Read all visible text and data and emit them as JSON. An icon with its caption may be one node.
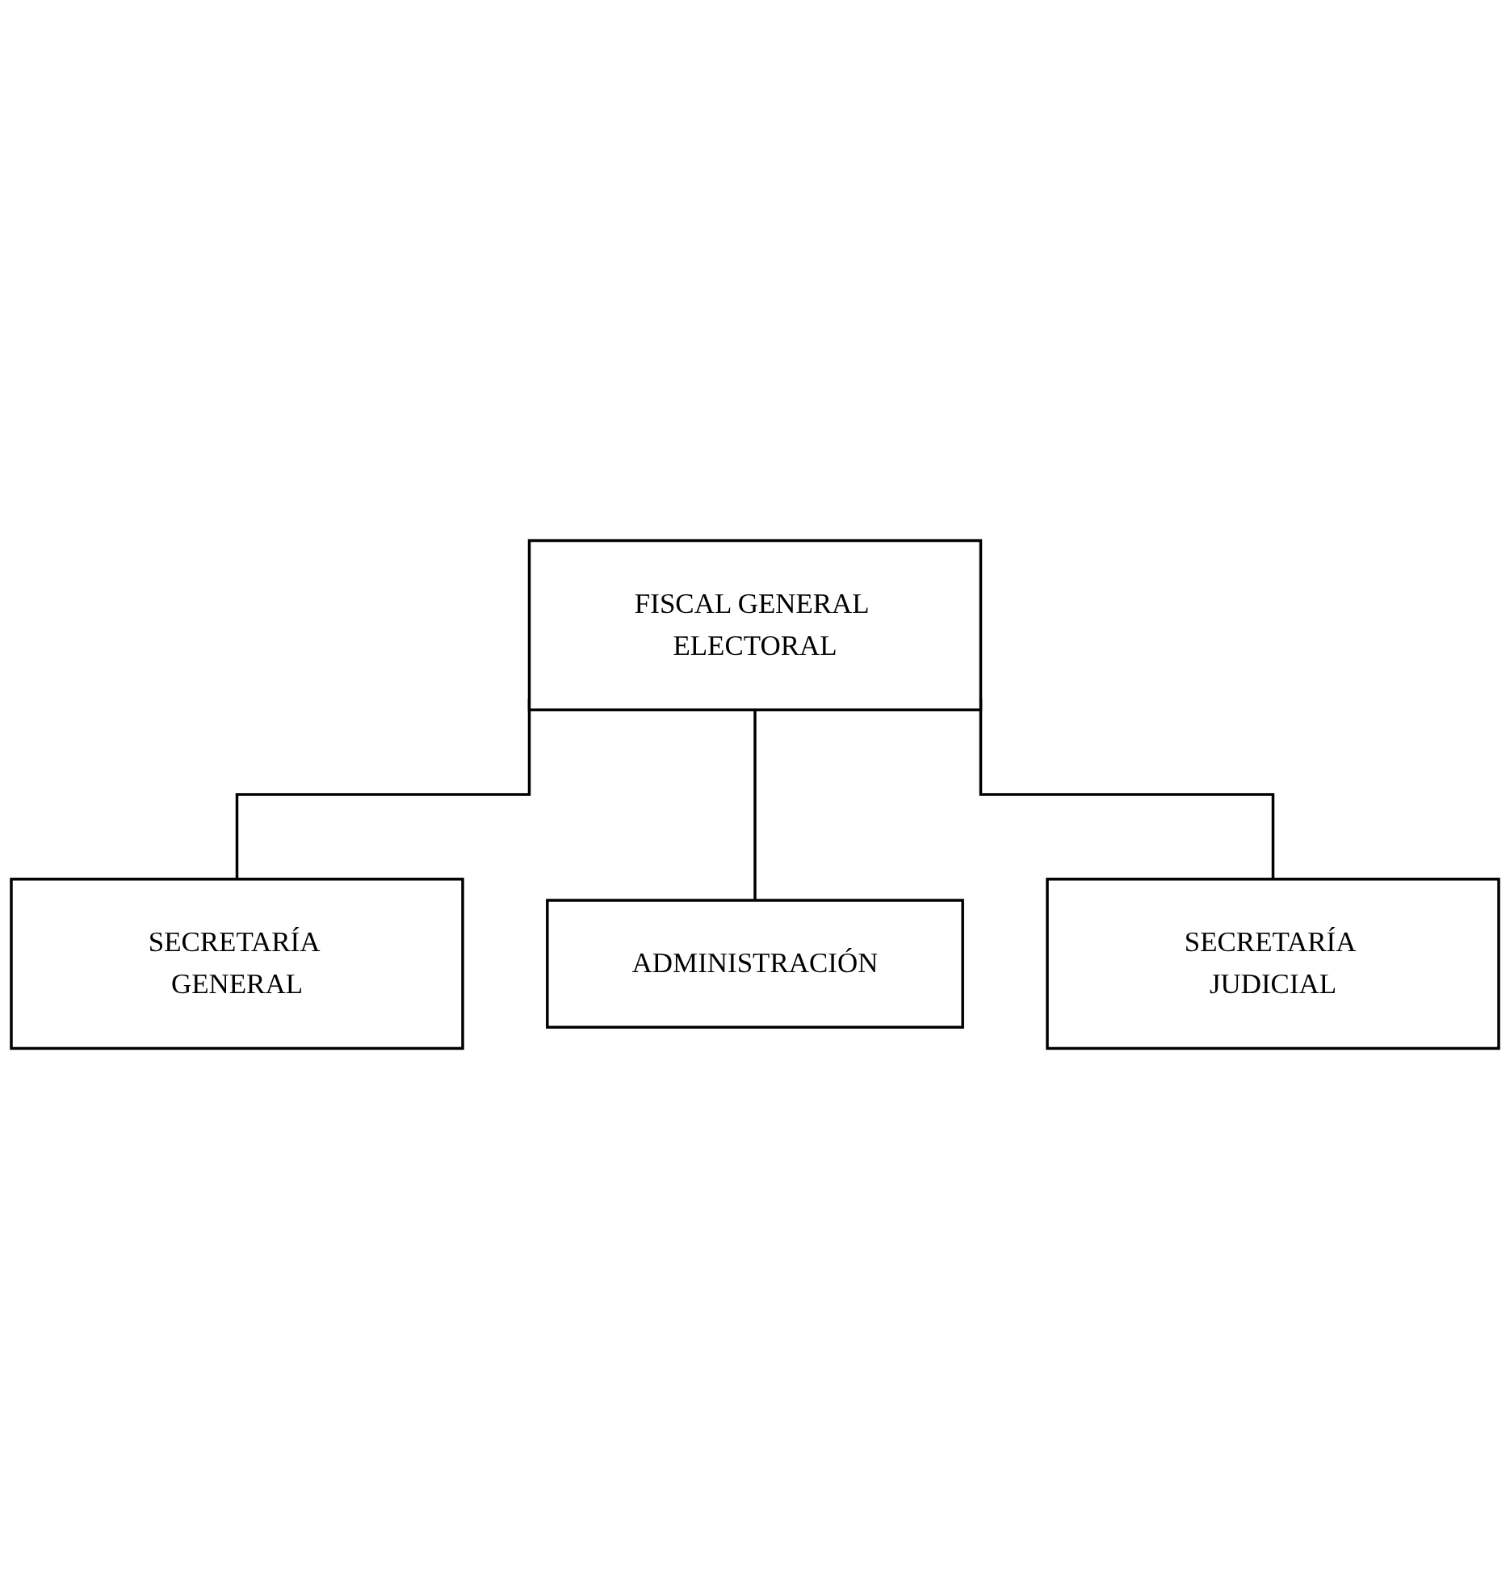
{
  "diagram": {
    "nodes": [
      {
        "text": [
          "FISCAL GENERAL ELECTORAL"
        ]
      },
      {
        "text": [
          "SECRETARÍA GENERAL"
        ]
      },
      {
        "text": [
          "ADMINISTRACIÓN"
        ]
      },
      {
        "text": [
          "SECRETARÍA JUDICIAL"
        ]
      }
    ],
    "edges": [
      {
        "from": 0,
        "to": 1,
        "arrow": "none"
      },
      {
        "from": 0,
        "to": 2,
        "arrow": "none"
      },
      {
        "from": 0,
        "to": 3,
        "arrow": "none"
      }
    ]
  }
}
